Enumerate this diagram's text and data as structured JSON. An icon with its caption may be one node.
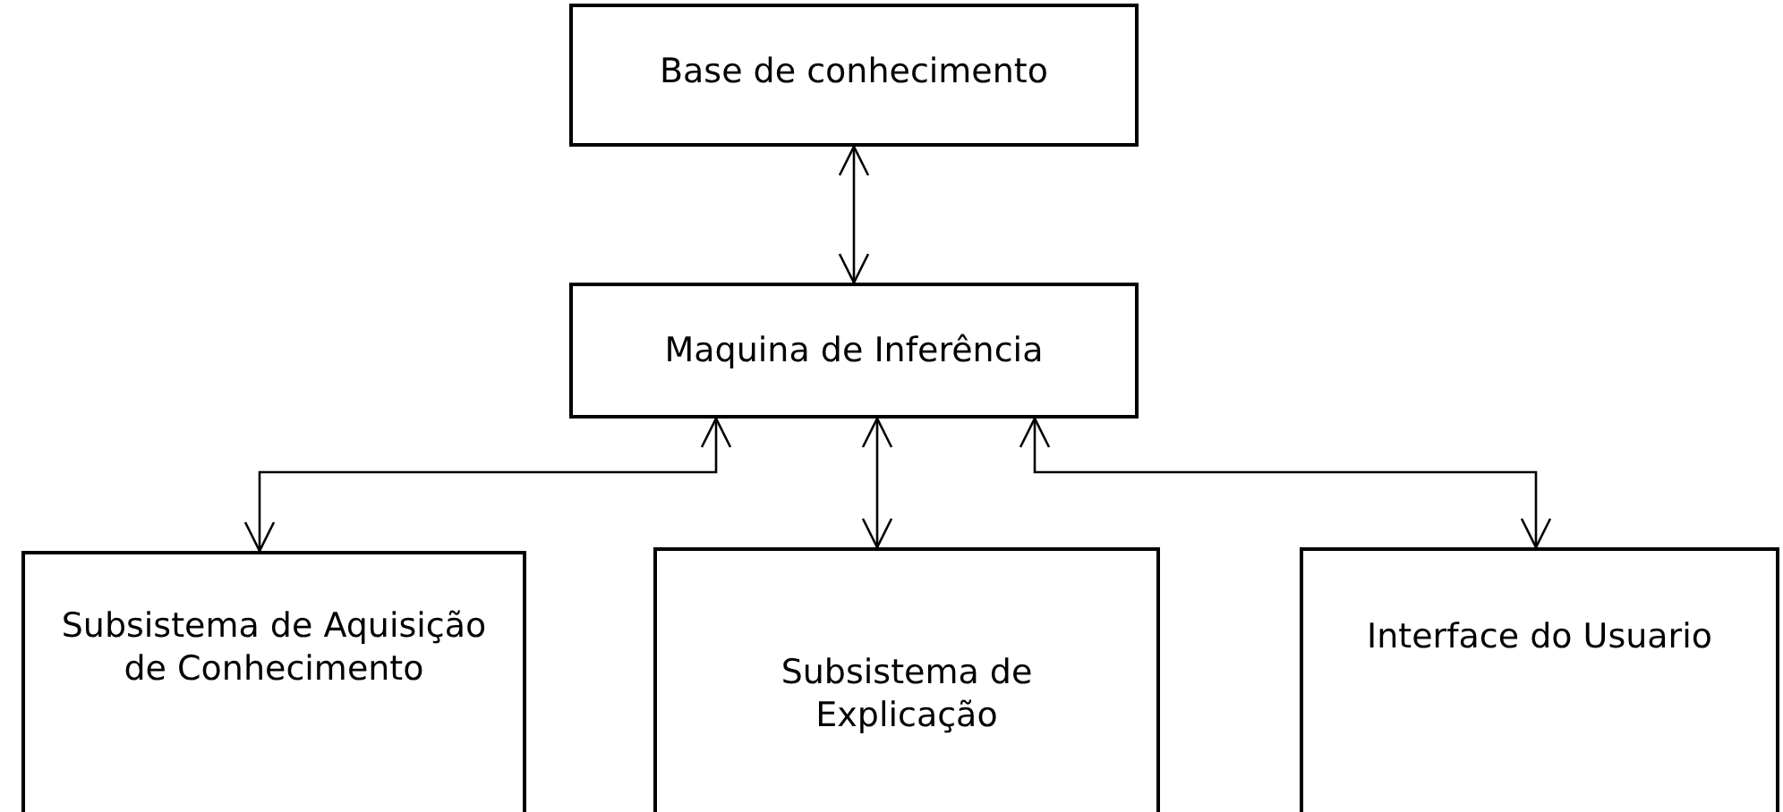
{
  "diagram": {
    "nodes": [
      {
        "text": [
          "Base de conhecimento"
        ]
      },
      {
        "text": [
          "Maquina de Inferência"
        ]
      },
      {
        "text": [
          "Subsistema de Aquisição de Conhecimento"
        ]
      },
      {
        "text": [
          "Subsistema de Explicação"
        ]
      },
      {
        "text": [
          "Interface do Usuario"
        ]
      }
    ],
    "edges": [
      {
        "from": 0,
        "to": 1,
        "arrow": "both"
      },
      {
        "from": 1,
        "to": 2,
        "arrow": "both"
      },
      {
        "from": 1,
        "to": 3,
        "arrow": "both"
      },
      {
        "from": 1,
        "to": 4,
        "arrow": "both"
      }
    ]
  }
}
